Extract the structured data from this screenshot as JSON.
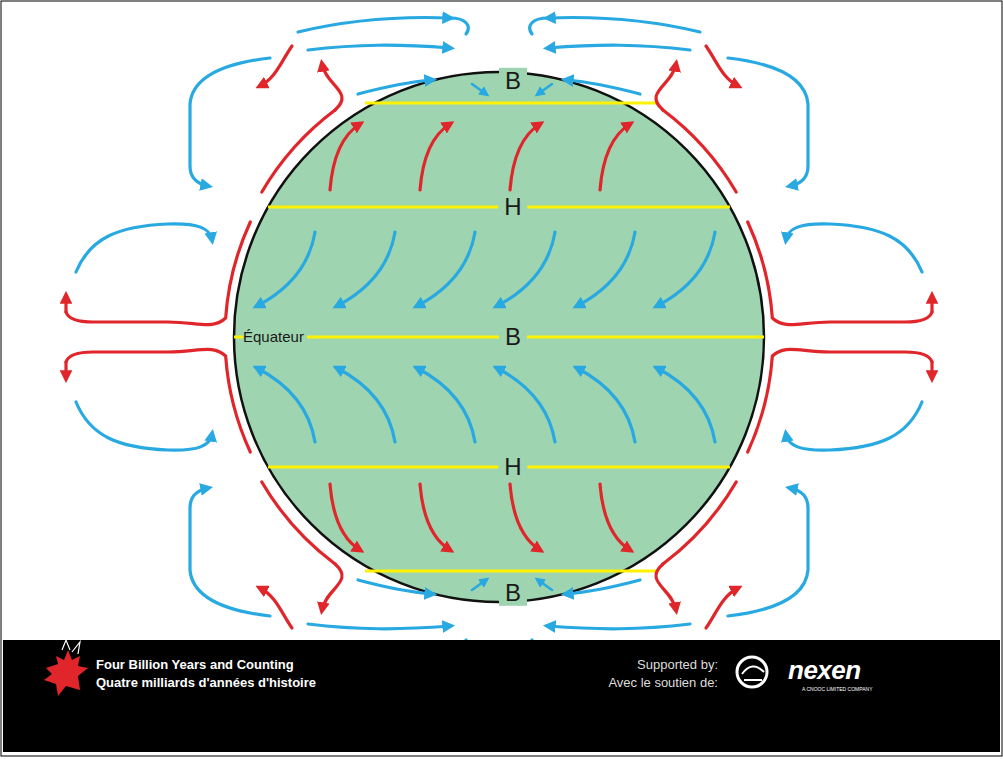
{
  "diagram": {
    "labels": [
      "B",
      "H",
      "Équateur",
      "B",
      "H",
      "B",
      "Four Billion Years and Counting",
      "Quatre milliards d'années d'histoire",
      "Supported by:",
      "Avec le soutien de:",
      "nexen",
      "A CNOOC LIMITED COMPANY"
    ]
  }
}
